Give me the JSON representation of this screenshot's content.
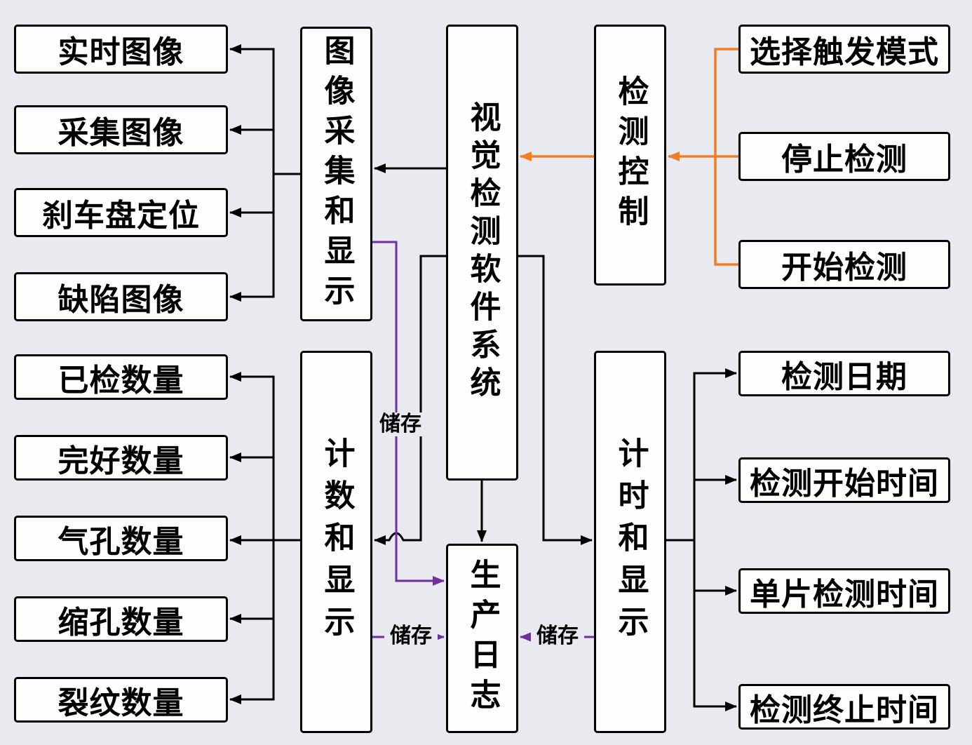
{
  "colors": {
    "background": "#e9e9f0",
    "box_fill": "#fdfdfe",
    "box_border": "#000000",
    "line_black": "#000000",
    "line_orange": "#f57c20",
    "line_purple": "#7030a0"
  },
  "nodes": {
    "system": "视觉检测软件系统",
    "image_display": "图像采集和显示",
    "counting_display": "计数和显示",
    "production_log": "生产日志",
    "detection_control": "检测控制",
    "timing_display": "计时和显示",
    "realtime_image": "实时图像",
    "captured_image": "采集图像",
    "brake_disc_positioning": "刹车盘定位",
    "defect_image": "缺陷图像",
    "inspected_count": "已检数量",
    "intact_count": "完好数量",
    "porosity_count": "气孔数量",
    "shrinkage_count": "缩孔数量",
    "crack_count": "裂纹数量",
    "select_trigger_mode": "选择触发模式",
    "stop_detection": "停止检测",
    "start_detection": "开始检测",
    "detection_date": "检测日期",
    "detection_start_time": "检测开始时间",
    "single_piece_time": "单片检测时间",
    "detection_end_time": "检测终止时间"
  },
  "edge_labels": {
    "store_image_log": "储存",
    "store_count_log": "储存",
    "store_timing_log": "储存"
  }
}
